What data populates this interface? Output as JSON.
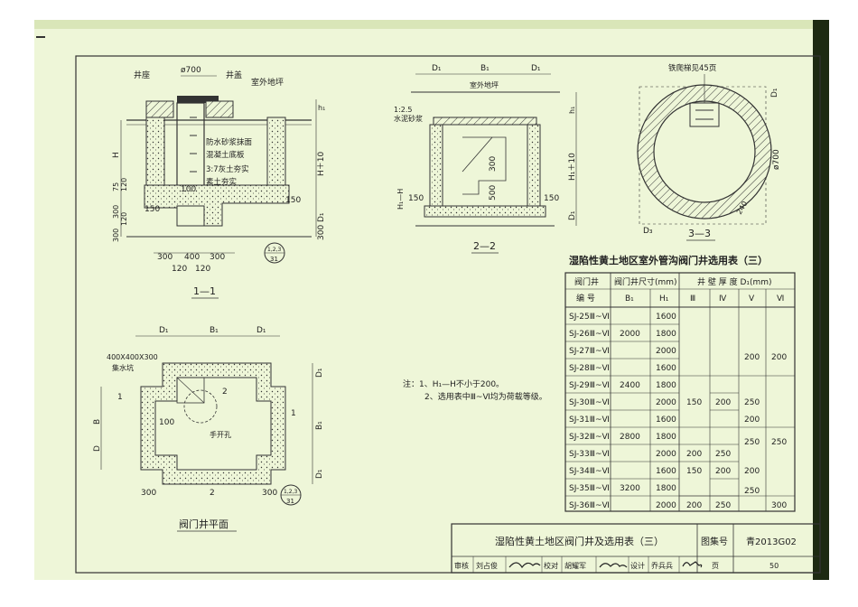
{
  "drawing": {
    "sec11": {
      "label_well_seat": "井座",
      "label_d700": "ø700",
      "label_cover": "井盖",
      "label_ground": "室外地坪",
      "label_h1": "h₁",
      "label_H": "H",
      "label_H10": "H＋10",
      "label_D1": "D₁",
      "note1": "防水砂浆抹面",
      "note2": "混凝土底板",
      "note3": "3:7灰土夯实",
      "note4": "素土夯实",
      "dim_75": "75",
      "dim_120a": "120",
      "dim_300a": "300",
      "dim_120b": "120",
      "dim_300b": "300",
      "dim_100": "100",
      "dim_150a": "150",
      "dim_150b": "150",
      "dim_300c": "300",
      "bottom_dims_1": [
        "300",
        "400",
        "300"
      ],
      "bottom_dims_2": [
        "120",
        "120"
      ],
      "dim_300_right": "300",
      "ref": "1,2,3",
      "ref_page": "31",
      "caption": "1—1"
    },
    "sec22": {
      "label_D1a": "D₁",
      "label_B1": "B₁",
      "label_D1b": "D₁",
      "label_ground": "室外地坪",
      "label_mortar": "1:2.5",
      "label_mortar2": "水泥砂浆",
      "label_h1": "h₁",
      "label_H10": "H₁＋10",
      "label_D1": "D₁",
      "label_HH": "H₁—H",
      "dim_300": "300",
      "dim_500": "500",
      "dim_150a": "150",
      "dim_150b": "150",
      "caption": "2—2"
    },
    "sec33": {
      "label_ladder": "铁爬梯见45页",
      "label_D1": "D₁",
      "label_phi700": "ø700",
      "label_240": "240",
      "label_D3": "D₃",
      "caption": "3—3"
    },
    "plan": {
      "label_D1a": "D₁",
      "label_B1": "B₁",
      "label_D1b": "D₁",
      "label_sump": "400X400X300",
      "label_sump2": "集水坑",
      "label_2": "2",
      "label_1": "1",
      "label_hole": "手开孔",
      "dim_100": "100",
      "label_B": "B",
      "label_D": "D",
      "label_B1r": "B₁",
      "label_D1r": "D₁",
      "label_D1r2": "D₁",
      "dim_300a": "300",
      "dim_300b": "300",
      "label_2b": "2",
      "ref": "1,2,3",
      "ref_page": "31",
      "caption": "阀门井平面"
    },
    "notes": {
      "line1": "注：1、H₁—H不小于200。",
      "line2": "2、选用表中Ⅲ~Ⅵ均为荷载等级。"
    }
  },
  "table": {
    "title": "湿陷性黄土地区室外管沟阀门井选用表（三）",
    "head": {
      "col1a": "阀门井",
      "col1b": "编 号",
      "size_group": "阀门井尺寸(mm)",
      "thick_group": "井 壁 厚 度 D₁(mm)",
      "b1": "B₁",
      "h1": "H₁",
      "g3": "Ⅲ",
      "g4": "Ⅳ",
      "g5": "Ⅴ",
      "g6": "Ⅵ"
    },
    "codes": [
      "SJ-25Ⅲ~Ⅵ",
      "SJ-26Ⅲ~Ⅵ",
      "SJ-27Ⅲ~Ⅵ",
      "SJ-28Ⅲ~Ⅵ",
      "SJ-29Ⅲ~Ⅵ",
      "SJ-30Ⅲ~Ⅵ",
      "SJ-31Ⅲ~Ⅵ",
      "SJ-32Ⅲ~Ⅵ",
      "SJ-33Ⅲ~Ⅵ",
      "SJ-34Ⅲ~Ⅵ",
      "SJ-35Ⅲ~Ⅵ",
      "SJ-36Ⅲ~Ⅵ"
    ],
    "h1": [
      "1600",
      "1800",
      "2000",
      "1600",
      "1800",
      "2000",
      "1600",
      "1800",
      "2000",
      "1600",
      "1800",
      "2000"
    ],
    "b1": [
      "2000",
      "2400",
      "2800",
      "3200"
    ],
    "t3": [
      "150",
      "200",
      "150",
      "200"
    ],
    "t4": [
      "200",
      "250",
      "200",
      "250"
    ],
    "t5": [
      "200",
      "250",
      "200",
      "250",
      "200",
      "250"
    ],
    "t6": [
      "200",
      "250",
      "300"
    ]
  },
  "titleblock": {
    "title": "湿陷性黄土地区阀门井及选用表（三）",
    "atlas_label": "图集号",
    "atlas_no": "青2013G02",
    "review": "审核",
    "review_name": "刘占俊",
    "check": "校对",
    "check_name": "胡耀军",
    "design": "设计",
    "design_name": "乔兵兵",
    "page_label": "页",
    "page_no": "50"
  }
}
